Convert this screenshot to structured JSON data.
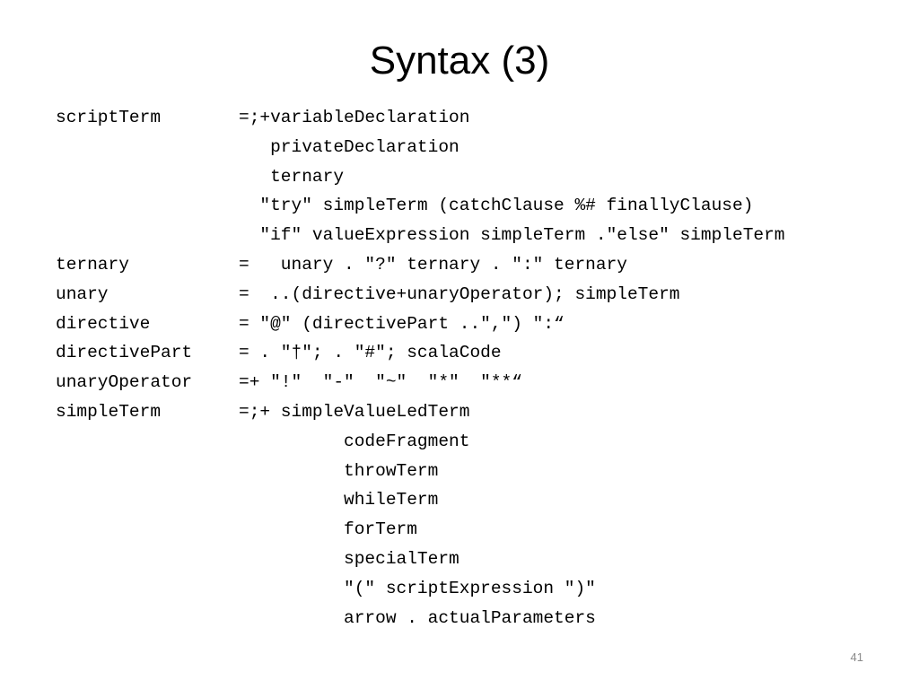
{
  "slide": {
    "title": "Syntax (3)",
    "page_number": "41"
  },
  "lines": [
    {
      "name": "scriptTerm",
      "body": "=;+variableDeclaration"
    },
    {
      "name": "",
      "body": "   privateDeclaration"
    },
    {
      "name": "",
      "body": "   ternary"
    },
    {
      "name": "",
      "body": "  \"try\" simpleTerm (catchClause %# finallyClause)"
    },
    {
      "name": "",
      "body": "  \"if\" valueExpression simpleTerm .\"else\" simpleTerm"
    },
    {
      "name": "ternary",
      "body": "=   unary . \"?\" ternary . \":\" ternary"
    },
    {
      "name": "unary",
      "body": "=  ..(directive+unaryOperator); simpleTerm"
    },
    {
      "name": "directive",
      "body": "= \"@\" (directivePart ..\",\") \":“"
    },
    {
      "name": "directivePart",
      "body": "= . \"†\"; . \"#\"; scalaCode"
    },
    {
      "name": "unaryOperator",
      "body": "=+ \"!\"  \"-\"  \"~\"  \"*\"  \"**“"
    },
    {
      "name": "simpleTerm",
      "body": "=;+ simpleValueLedTerm"
    },
    {
      "name": "",
      "body": "          codeFragment"
    },
    {
      "name": "",
      "body": "          throwTerm"
    },
    {
      "name": "",
      "body": "          whileTerm"
    },
    {
      "name": "",
      "body": "          forTerm"
    },
    {
      "name": "",
      "body": "          specialTerm"
    },
    {
      "name": "",
      "body": "          \"(\" scriptExpression \")\""
    },
    {
      "name": "",
      "body": "          arrow . actualParameters"
    }
  ]
}
